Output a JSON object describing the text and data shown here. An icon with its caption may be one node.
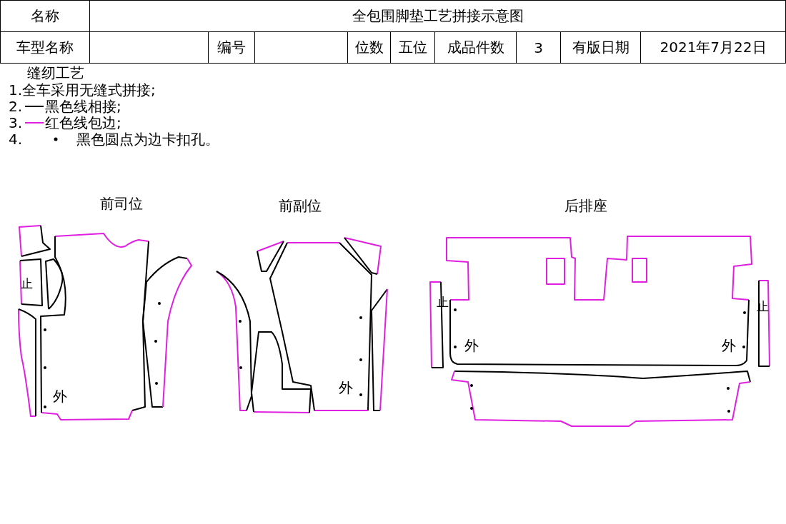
{
  "diagram": {
    "title": "全包围脚垫工艺拼接示意图",
    "labels": [
      "名称",
      "车型名称",
      "编号",
      "位数",
      "五位",
      "成品件数",
      "3",
      "有版日期",
      "2021年7月22日",
      "缝纫工艺",
      "1.全车采用无缝式拼接;",
      "2.",
      "3.",
      "4.",
      "前司位",
      "前副位",
      "后排座",
      "止",
      "外",
      "外",
      "止",
      "外",
      "外",
      "止"
    ],
    "legend": [
      {
        "text": "黑色线相接;"
      },
      {
        "text": "红色线包边;"
      },
      {
        "text": "黑色圆点为边卡扣孔。"
      }
    ]
  }
}
